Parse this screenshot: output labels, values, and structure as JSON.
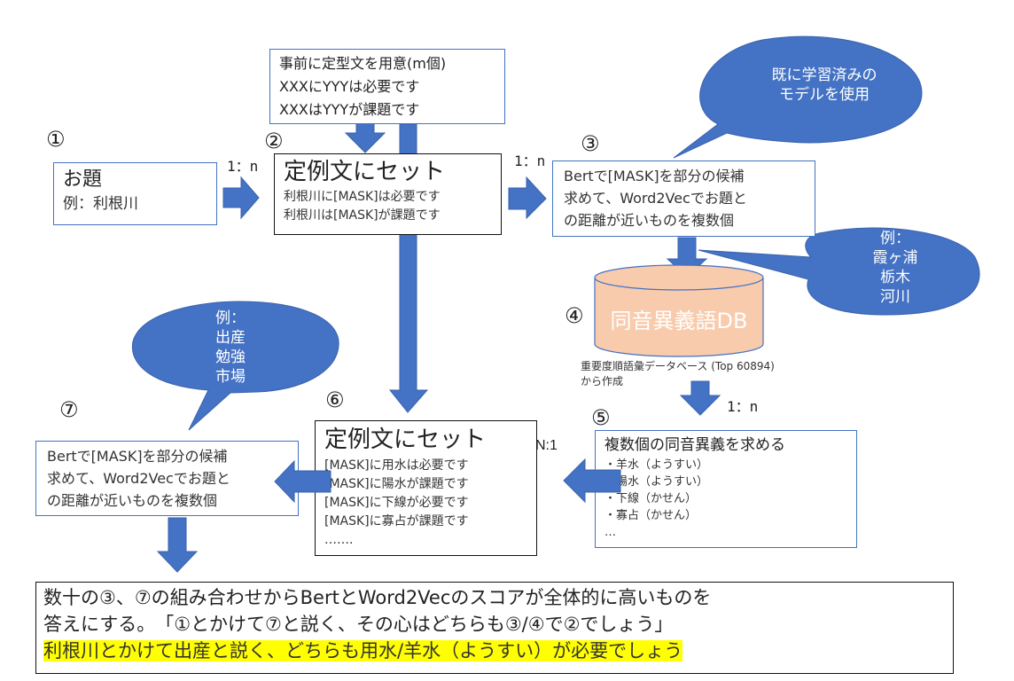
{
  "colors": {
    "arrow": "#4472c4",
    "box_border_blue": "#4472c4",
    "box_border_black": "#111111",
    "db_fill": "#f8cbad",
    "bubble_fill": "#4472c4",
    "highlight": "#ffff00"
  },
  "prep_box": {
    "lines": [
      "事前に定型文を用意(m個)",
      "XXXにYYYは必要です",
      "XXXはYYYが課題です"
    ]
  },
  "steps": {
    "s1": {
      "number": "①",
      "title": "お題",
      "example": "例：利根川"
    },
    "s2": {
      "number": "②",
      "title": "定例文にセット",
      "lines": [
        "利根川に[MASK]は必要です",
        "利根川は[MASK]が課題です"
      ]
    },
    "s3": {
      "number": "③",
      "lines": [
        "Bertで[MASK]を部分の候補",
        "求めて、Word2Vecでお題と",
        "の距離が近いものを複数個"
      ]
    },
    "s4": {
      "number": "④",
      "db_label": "同音異義語DB",
      "caption_lines": [
        "重要度順語彙データベース (Top 60894)",
        "から作成"
      ]
    },
    "s5": {
      "number": "⑤",
      "title": "複数個の同音異義を求める",
      "items": [
        "・羊水（ようすい）",
        "・陽水（ようすい）",
        "・下線（かせん）",
        "・寡占（かせん）",
        "…"
      ]
    },
    "s6": {
      "number": "⑥",
      "title": "定例文にセット",
      "lines": [
        "[MASK]に用水は必要です",
        "[MASK]に陽水が課題です",
        "[MASK]に下線が必要です",
        "[MASK]に寡占が課題です",
        "……."
      ]
    },
    "s7": {
      "number": "⑦",
      "lines": [
        "Bertで[MASK]を部分の候補",
        "求めて、Word2Vecでお題と",
        "の距離が近いものを複数個"
      ]
    }
  },
  "ratios": {
    "r1_2": "1：n",
    "r2_3": "1：n",
    "r4_5": "1：n",
    "r5_6": "N:1"
  },
  "bubbles": {
    "pretrained": [
      "既に学習済みの",
      "モデルを使用"
    ],
    "example_s3": [
      "例：",
      "霞ヶ浦",
      "栃木",
      "河川"
    ],
    "example_s7": [
      "例：",
      "出産",
      "勉強",
      "市場"
    ]
  },
  "conclusion": {
    "lines": [
      "数十の③、⑦の組み合わせからBertとWord2Vecのスコアが全体的に高いものを",
      "答えにする。　「①とかけて⑦と説く、その心はどちらも③/④で②でしょう」"
    ],
    "highlight": "利根川とかけて出産と説く、どちらも用水/羊水（ようすい）が必要でしょう"
  }
}
